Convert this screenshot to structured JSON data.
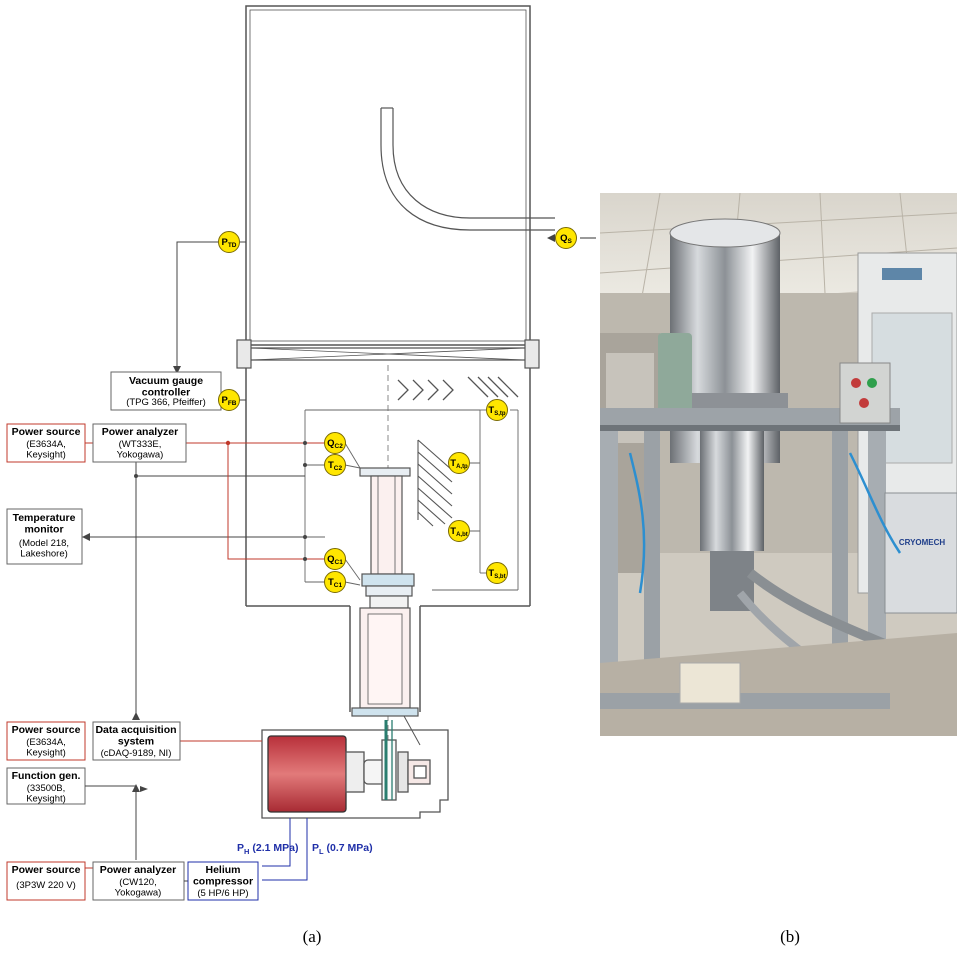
{
  "boxes": {
    "vacuum_gauge": {
      "title": "Vacuum gauge\ncontroller",
      "model": "(TPG 366, Pfeiffer)"
    },
    "power_source_1": {
      "title": "Power source",
      "model": "(E3634A,\nKeysight)"
    },
    "power_analyzer_1": {
      "title": "Power analyzer",
      "model": "(WT333E,\nYokogawa)"
    },
    "temperature_monitor": {
      "title": "Temperature\nmonitor",
      "model": "(Model 218,\nLakeshore)"
    },
    "power_source_2": {
      "title": "Power source",
      "model": "(E3634A,\nKeysight)"
    },
    "daq": {
      "title": "Data acquisition\nsystem",
      "model": "(cDAQ-9189, NI)"
    },
    "function_gen": {
      "title": "Function gen.",
      "model": "(33500B,\nKeysight)"
    },
    "power_source_3": {
      "title": "Power source",
      "model": "(3P3W 220 V)"
    },
    "power_analyzer_2": {
      "title": "Power analyzer",
      "model": "(CW120,\nYokogawa)"
    },
    "helium_compressor": {
      "title": "Helium\ncompressor",
      "model": "(5 HP/6 HP)"
    }
  },
  "sensors": {
    "ptd": {
      "main": "P",
      "sub": "TD"
    },
    "pfb": {
      "main": "P",
      "sub": "FB"
    },
    "qs": {
      "main": "Q",
      "sub": "S"
    },
    "qc2": {
      "main": "Q",
      "sub": "C2"
    },
    "tc2": {
      "main": "T",
      "sub": "C2"
    },
    "qc1": {
      "main": "Q",
      "sub": "C1"
    },
    "tc1": {
      "main": "T",
      "sub": "C1"
    },
    "tstp": {
      "main": "T",
      "sub": "S,tp"
    },
    "tatp": {
      "main": "T",
      "sub": "A,tp"
    },
    "tabt": {
      "main": "T",
      "sub": "A,bt"
    },
    "tsbt": {
      "main": "T",
      "sub": "S,bt"
    }
  },
  "pressures": {
    "high": {
      "main": "P",
      "sub": "H",
      "value": " (2.1 MPa)"
    },
    "low": {
      "main": "P",
      "sub": "L",
      "value": " (0.7 MPa)"
    }
  },
  "captions": {
    "a": "(a)",
    "b": "(b)"
  },
  "photo": {
    "brand": "CRYOMECH"
  },
  "colors": {
    "sensor": "#ffe600",
    "red_line": "#c0392b",
    "blue_line": "#1f2fa8",
    "motor": "#c0393e"
  }
}
